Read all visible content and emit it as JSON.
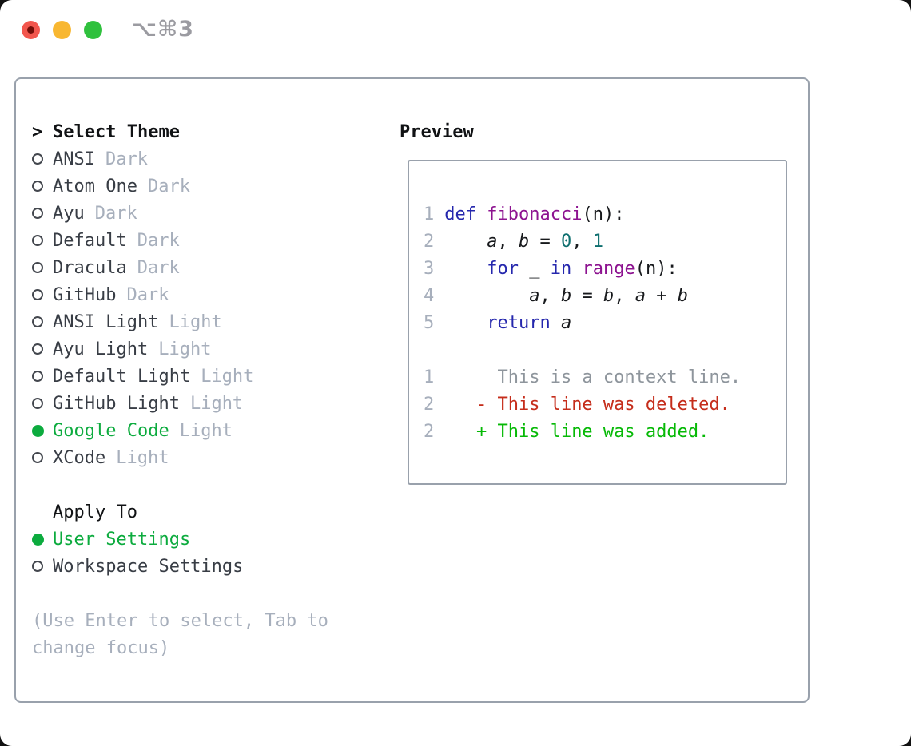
{
  "window": {
    "title": "⌥⌘3"
  },
  "colors": {
    "accent_green": "#0cab3e",
    "keyword": "#2527ad",
    "function": "#8d1390",
    "number": "#0e6f6f",
    "code_plain": "#17191c",
    "muted": "#a7afbc",
    "item_text": "#383d45",
    "heading": "#101214",
    "context": "#8e959c",
    "deleted": "#c52d1b",
    "added": "#06b906",
    "border": "#99a1ac",
    "traffic_red": "#f2564d",
    "traffic_red_dot": "#740e08",
    "traffic_yellow": "#f8b731",
    "traffic_green": "#30c13e",
    "title_text": "#9b9ba1"
  },
  "theme_panel": {
    "prompt": ">",
    "header": "Select Theme",
    "items": [
      {
        "name": "ANSI",
        "variant": "Dark",
        "selected": false
      },
      {
        "name": "Atom One",
        "variant": "Dark",
        "selected": false
      },
      {
        "name": "Ayu",
        "variant": "Dark",
        "selected": false
      },
      {
        "name": "Default",
        "variant": "Dark",
        "selected": false
      },
      {
        "name": "Dracula",
        "variant": "Dark",
        "selected": false
      },
      {
        "name": "GitHub",
        "variant": "Dark",
        "selected": false
      },
      {
        "name": "ANSI Light",
        "variant": "Light",
        "selected": false
      },
      {
        "name": "Ayu Light",
        "variant": "Light",
        "selected": false
      },
      {
        "name": "Default Light",
        "variant": "Light",
        "selected": false
      },
      {
        "name": "GitHub Light",
        "variant": "Light",
        "selected": false
      },
      {
        "name": "Google Code",
        "variant": "Light",
        "selected": true
      },
      {
        "name": "XCode",
        "variant": "Light",
        "selected": false
      }
    ],
    "apply_to": {
      "header": "Apply To",
      "options": [
        {
          "label": "User Settings",
          "selected": true
        },
        {
          "label": "Workspace Settings",
          "selected": false
        }
      ]
    },
    "help": {
      "line1": "(Use Enter to select, Tab to",
      "line2": "change focus)"
    }
  },
  "preview": {
    "header": "Preview",
    "code_lines": [
      {
        "num": "1",
        "tokens": [
          [
            "kw",
            "def"
          ],
          [
            "pl",
            " "
          ],
          [
            "fn",
            "fibonacci"
          ],
          [
            "pl",
            "(n):"
          ]
        ]
      },
      {
        "num": "2",
        "tokens": [
          [
            "pl",
            "    "
          ],
          [
            "var",
            "a"
          ],
          [
            "pl",
            ", "
          ],
          [
            "var",
            "b"
          ],
          [
            "pl",
            " = "
          ],
          [
            "num",
            "0"
          ],
          [
            "pl",
            ", "
          ],
          [
            "num",
            "1"
          ]
        ]
      },
      {
        "num": "3",
        "tokens": [
          [
            "pl",
            "    "
          ],
          [
            "kw",
            "for"
          ],
          [
            "pl",
            " _ "
          ],
          [
            "kw",
            "in"
          ],
          [
            "pl",
            " "
          ],
          [
            "fn",
            "range"
          ],
          [
            "pl",
            "(n):"
          ]
        ]
      },
      {
        "num": "4",
        "tokens": [
          [
            "pl",
            "        "
          ],
          [
            "var",
            "a"
          ],
          [
            "pl",
            ", "
          ],
          [
            "var",
            "b"
          ],
          [
            "pl",
            " = "
          ],
          [
            "var",
            "b"
          ],
          [
            "pl",
            ", "
          ],
          [
            "var",
            "a"
          ],
          [
            "pl",
            " + "
          ],
          [
            "var",
            "b"
          ]
        ]
      },
      {
        "num": "5",
        "tokens": [
          [
            "pl",
            "    "
          ],
          [
            "kw",
            "return"
          ],
          [
            "pl",
            " "
          ],
          [
            "var",
            "a"
          ]
        ]
      }
    ],
    "diff_lines": [
      {
        "num": "1",
        "type": "context",
        "text": "     This is a context line."
      },
      {
        "num": "2",
        "type": "deleted",
        "text": "   - This line was deleted."
      },
      {
        "num": "2",
        "type": "added",
        "text": "   + This line was added."
      }
    ]
  }
}
